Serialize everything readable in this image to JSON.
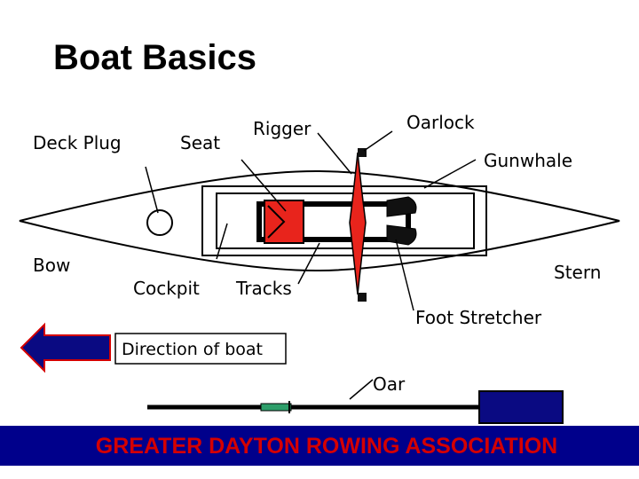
{
  "title": "Boat Basics",
  "labels": {
    "deck_plug": "Deck Plug",
    "seat": "Seat",
    "rigger": "Rigger",
    "oarlock": "Oarlock",
    "gunwhale": "Gunwhale",
    "bow": "Bow",
    "cockpit": "Cockpit",
    "tracks": "Tracks",
    "stern": "Stern",
    "foot_stretcher": "Foot Stretcher",
    "direction": "Direction of boat",
    "oar": "Oar"
  },
  "footer": "GREATER DAYTON ROWING ASSOCIATION",
  "colors": {
    "footer_bg": "#00008B",
    "footer_text": "#D40000",
    "seat": "#E8241C",
    "rigger": "#E8241C",
    "arrow_fill": "#0A0A82",
    "arrow_outline": "#D40000",
    "oar_blade": "#0A0A82",
    "oar_collar": "#2E9E6A"
  }
}
